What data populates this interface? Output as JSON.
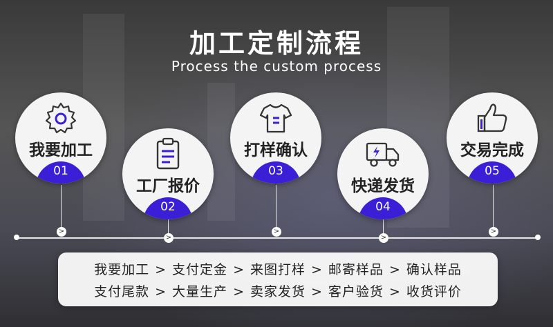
{
  "title": "加工定制流程",
  "subtitle": "Process the custom process",
  "colors": {
    "accent": "#3a1fd6",
    "text": "#222222",
    "circle": "#f4f4f4"
  },
  "steps": [
    {
      "label": "我要加工",
      "num": "01",
      "icon": "gear-icon"
    },
    {
      "label": "工厂报价",
      "num": "02",
      "icon": "clipboard-icon"
    },
    {
      "label": "打样确认",
      "num": "03",
      "icon": "tshirt-icon"
    },
    {
      "label": "快递发货",
      "num": "04",
      "icon": "truck-icon"
    },
    {
      "label": "交易完成",
      "num": "05",
      "icon": "thumbs-up-icon"
    }
  ],
  "timeline": {
    "arrow_glyph": ">"
  },
  "process": {
    "separator": ">",
    "line1": [
      "我要加工",
      "支付定金",
      "来图打样",
      "邮寄样品",
      "确认样品"
    ],
    "line2": [
      "支付尾款",
      "大量生产",
      "卖家发货",
      "客户验货",
      "收货评价"
    ]
  }
}
